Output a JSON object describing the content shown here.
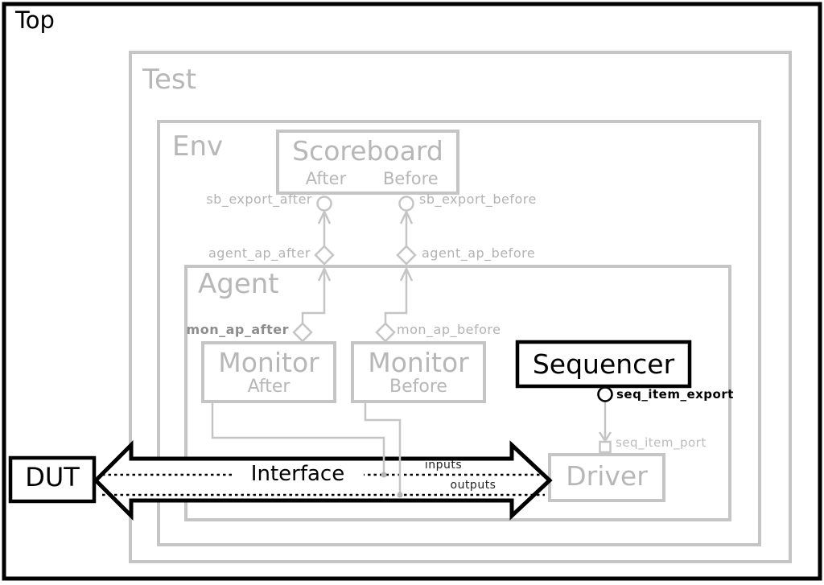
{
  "containers": {
    "top": "Top",
    "test": "Test",
    "env": "Env",
    "agent": "Agent"
  },
  "blocks": {
    "scoreboard": {
      "title": "Scoreboard",
      "after": "After",
      "before": "Before"
    },
    "monitor_after": {
      "title": "Monitor",
      "subtitle": "After"
    },
    "monitor_before": {
      "title": "Monitor",
      "subtitle": "Before"
    },
    "sequencer": {
      "title": "Sequencer"
    },
    "driver": {
      "title": "Driver"
    },
    "dut": {
      "title": "DUT"
    }
  },
  "interface_arrow": {
    "title": "Interface",
    "top_line_label": "inputs",
    "bottom_line_label": "outputs"
  },
  "ports": {
    "sb_export_after": "sb_export_after",
    "sb_export_before": "sb_export_before",
    "agent_ap_after": "agent_ap_after",
    "agent_ap_before": "agent_ap_before",
    "mon_ap_after": "mon_ap_after",
    "mon_ap_before": "mon_ap_before",
    "seq_item_export": "seq_item_export",
    "seq_item_port": "seq_item_port"
  },
  "colors": {
    "black": "#000000",
    "gray_border": "#c5c5c5",
    "gray_title": "#b7b7b7",
    "gray_port_label": "#b3b3b3",
    "gray_port_label_bold": "#8d8d8d",
    "connector_dot": "#b5b5b5"
  }
}
